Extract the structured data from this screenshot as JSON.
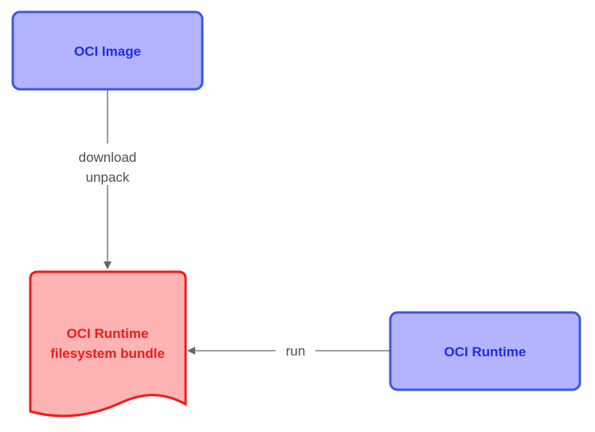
{
  "nodes": {
    "oci_image": {
      "label": "OCI Image",
      "fill": "#b3b3ff",
      "stroke": "#3b5bdb",
      "text_color": "#1f2ee6"
    },
    "bundle": {
      "label_line1": "OCI Runtime",
      "label_line2": "filesystem bundle",
      "fill": "#ffb3b3",
      "stroke": "#ee1c1c",
      "text_color": "#ee1c1c"
    },
    "oci_runtime": {
      "label": "OCI Runtime",
      "fill": "#b3b3ff",
      "stroke": "#3b5bdb",
      "text_color": "#1f2ee6"
    }
  },
  "edges": {
    "download_unpack": {
      "label_line1": "download",
      "label_line2": "unpack"
    },
    "run": {
      "label": "run"
    }
  },
  "colors": {
    "edge_line": "#666666",
    "edge_label": "#4d4d4d"
  }
}
